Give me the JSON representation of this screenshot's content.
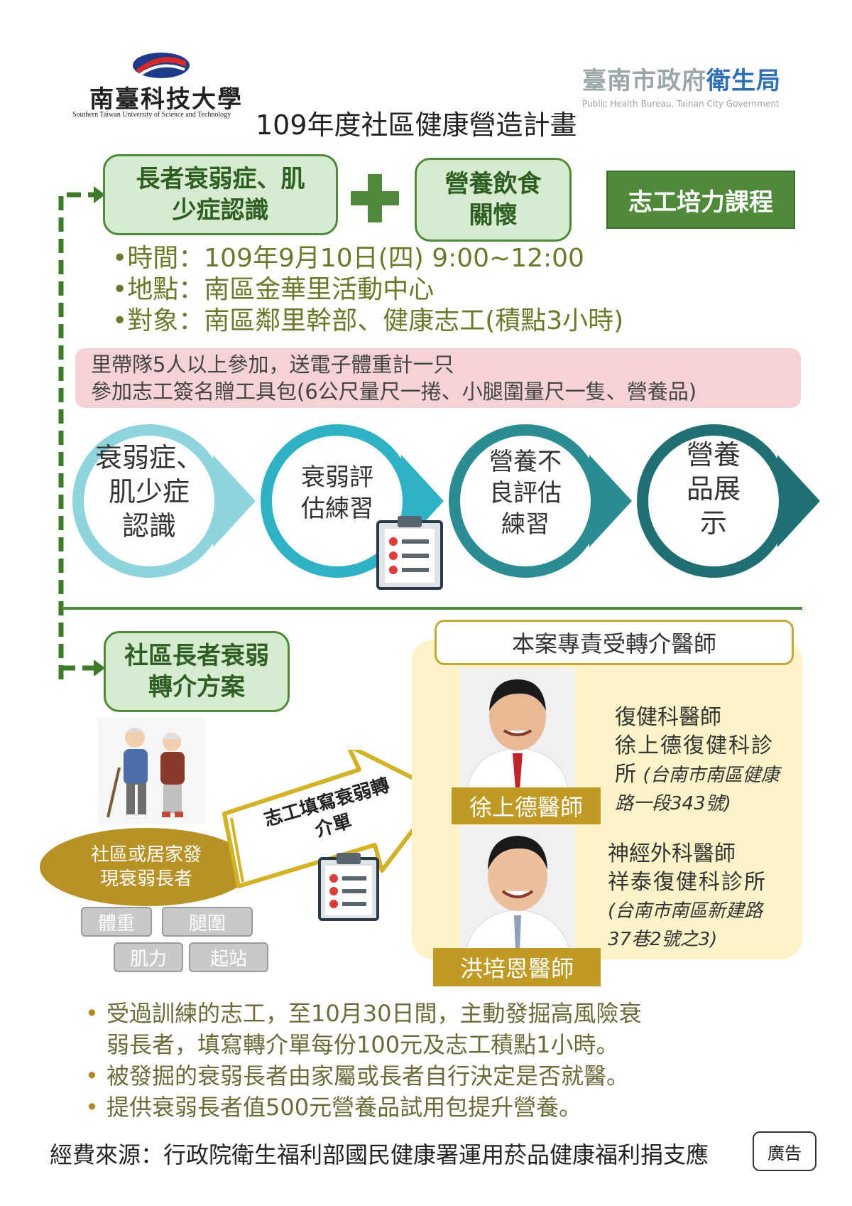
{
  "header": {
    "university_name_zh": "南臺科技大學",
    "university_name_en": "Southern Taiwan University of Science and Technology",
    "bureau_name_zh_a": "臺南市政府",
    "bureau_name_zh_b": "衛生局",
    "bureau_name_en": "Public Health Bureau, Tainan City Government",
    "title": "109年度社區健康營造計畫"
  },
  "top_section": {
    "course_box_1": [
      "長者衰弱症、肌",
      "少症認識"
    ],
    "plus": "+",
    "course_box_2": [
      "營養飲食",
      "關懷"
    ],
    "badge": "志工培力課程",
    "details": [
      "•時間：109年9月10日(四) 9:00~12:00",
      "•地點：南區金華里活動中心",
      "•對象：南區鄰里幹部、健康志工(積點3小時)"
    ],
    "notice": [
      "里帶隊5人以上參加，送電子體重計一只",
      "參加志工簽名贈工具包(6公尺量尺一捲、小腿圍量尺一隻、營養品)"
    ]
  },
  "steps": [
    {
      "lines": [
        "衰弱症、",
        "肌少症",
        "認識"
      ],
      "color": "#8fd3dc"
    },
    {
      "lines": [
        "衰弱評",
        "估練習"
      ],
      "color": "#2fb3c4"
    },
    {
      "lines": [
        "營養不",
        "良評估",
        "練習"
      ],
      "color": "#2b8c93"
    },
    {
      "lines": [
        "營養",
        "品展",
        "示"
      ],
      "color": "#1f6f73"
    }
  ],
  "bottom_section": {
    "referral_box": [
      "社區長者衰弱",
      "轉介方案"
    ],
    "oval": [
      "社區或居家發",
      "現衰弱長者"
    ],
    "arrow_text": [
      "志工填寫衰弱轉",
      "介單"
    ],
    "tags": [
      "體重",
      "腿圍",
      "肌力",
      "起站"
    ],
    "doctors_panel_title": "本案專責受轉介醫師",
    "doctors": [
      {
        "name": "徐上德醫師",
        "info": [
          "復健科醫師",
          "徐上德復健科診",
          "所"
        ],
        "address": [
          "(台南市南區健康",
          "路一段343號)"
        ]
      },
      {
        "name": "洪培恩醫師",
        "info": [
          "神經外科醫師",
          "祥泰復健科診所"
        ],
        "address": [
          "(台南市南區新建路",
          "37巷2號之3)"
        ]
      }
    ],
    "bullets": [
      [
        "受過訓練的志工，至10月30日間，主動發掘高風險衰",
        "弱長者，填寫轉介單每份100元及志工積點1小時。"
      ],
      [
        "被發掘的衰弱長者由家屬或長者自行決定是否就醫。"
      ],
      [
        "提供衰弱長者值500元營養品試用包提升營養。"
      ]
    ]
  },
  "footer": {
    "funding": "經費來源：行政院衛生福利部國民健康署運用菸品健康福利捐支應",
    "ad_label": "廣告"
  },
  "colors": {
    "green_dark": "#4f8a3a",
    "green_light": "#d6ebd0",
    "pink_notice": "#f4d2d6",
    "gold": "#c19a26",
    "cream_panel": "#fcf3c9"
  }
}
